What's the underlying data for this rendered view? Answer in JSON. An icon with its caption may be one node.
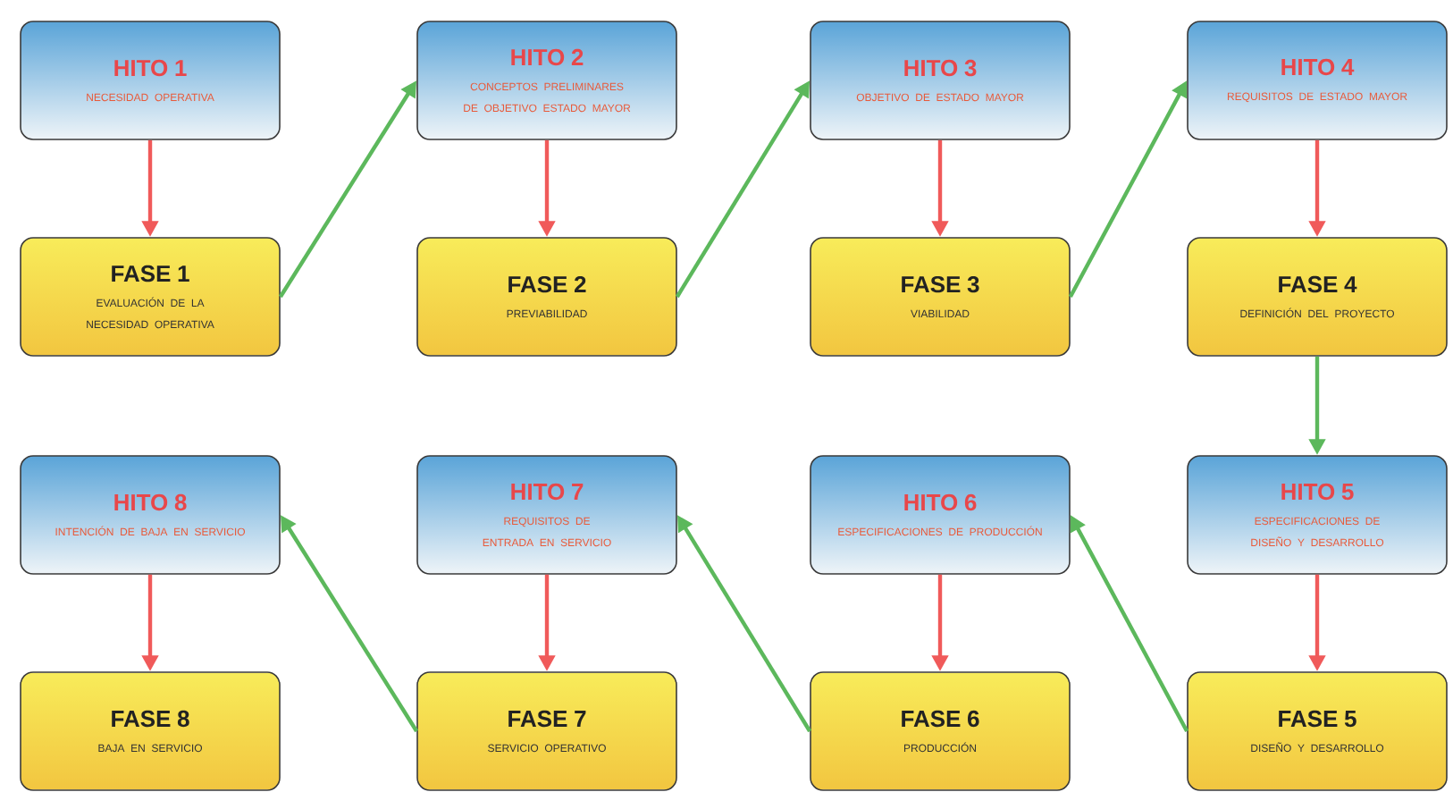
{
  "diagram": {
    "nodes": [
      {
        "text": [
          "HITO 1",
          "NECESIDAD OPERATIVA"
        ]
      },
      {
        "text": [
          "HITO 2",
          "CONCEPTOS PRELIMINARES DE OBJETIVO ESTADO MAYOR"
        ]
      },
      {
        "text": [
          "HITO 3",
          "OBJETIVO DE ESTADO MAYOR"
        ]
      },
      {
        "text": [
          "HITO 4",
          "REQUISITOS DE ESTADO MAYOR"
        ]
      },
      {
        "text": [
          "FASE 1",
          "EVALUACIÓN DE LA NECESIDAD OPERATIVA"
        ]
      },
      {
        "text": [
          "FASE 2",
          "PREVIABILIDAD"
        ]
      },
      {
        "text": [
          "FASE 3",
          "VIABILIDAD"
        ]
      },
      {
        "text": [
          "FASE 4",
          "DEFINICIÓN DEL PROYECTO"
        ]
      },
      {
        "text": [
          "HITO 8",
          "INTENCIÓN DE BAJA EN SERVICIO"
        ]
      },
      {
        "text": [
          "HITO 7",
          "REQUISITOS DE ENTRADA EN SERVICIO"
        ]
      },
      {
        "text": [
          "HITO 6",
          "ESPECIFICACIONES DE PRODUCCIÓN"
        ]
      },
      {
        "text": [
          "HITO 5",
          "ESPECIFICACIONES DE DISEÑO Y DESARROLLO"
        ]
      },
      {
        "text": [
          "FASE 8",
          "BAJA EN SERVICIO"
        ]
      },
      {
        "text": [
          "FASE 7",
          "SERVICIO OPERATIVO"
        ]
      },
      {
        "text": [
          "FASE 6",
          "PRODUCCIÓN"
        ]
      },
      {
        "text": [
          "FASE 5",
          "DISEÑO Y DESARROLLO"
        ]
      }
    ],
    "edges": [
      {
        "from": 0,
        "to": 4,
        "arrow": "to"
      },
      {
        "from": 4,
        "to": 1,
        "arrow": "to",
        "color": "#5cb85c"
      },
      {
        "from": 1,
        "to": 5,
        "arrow": "to"
      },
      {
        "from": 5,
        "to": 2,
        "arrow": "to",
        "color": "#5cb85c"
      },
      {
        "from": 2,
        "to": 6,
        "arrow": "to"
      },
      {
        "from": 6,
        "to": 3,
        "arrow": "to",
        "color": "#5cb85c"
      },
      {
        "from": 3,
        "to": 7,
        "arrow": "to"
      },
      {
        "from": 7,
        "to": 11,
        "arrow": "to",
        "color": "#5cb85c"
      },
      {
        "from": 11,
        "to": 15,
        "arrow": "to"
      },
      {
        "from": 15,
        "to": 10,
        "arrow": "to",
        "color": "#5cb85c"
      },
      {
        "from": 10,
        "to": 14,
        "arrow": "to"
      },
      {
        "from": 14,
        "to": 9,
        "arrow": "to",
        "color": "#5cb85c"
      },
      {
        "from": 9,
        "to": 13,
        "arrow": "to"
      },
      {
        "from": 13,
        "to": 8,
        "arrow": "to",
        "color": "#5cb85c"
      },
      {
        "from": 8,
        "to": 12,
        "arrow": "to"
      }
    ]
  }
}
